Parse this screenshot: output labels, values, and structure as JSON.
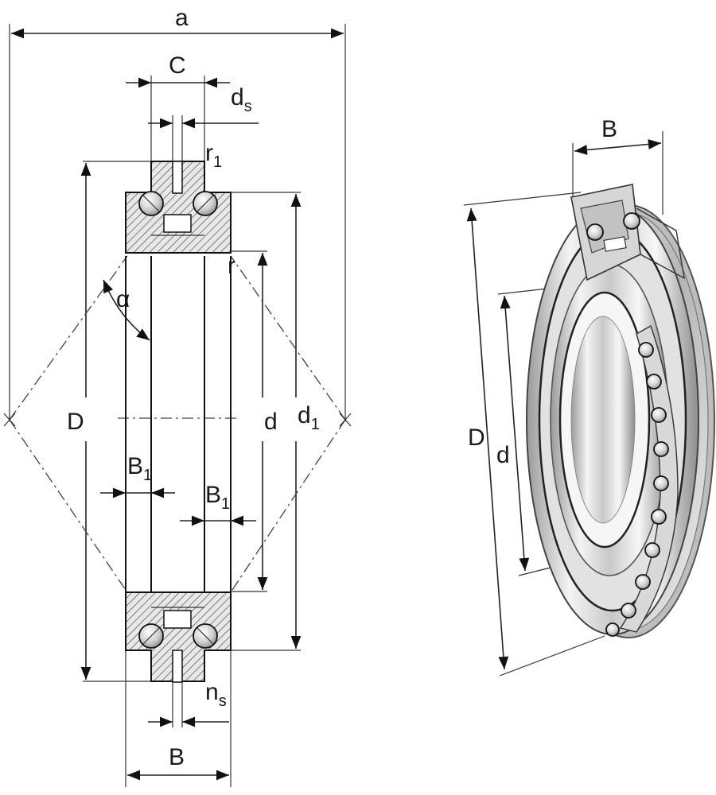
{
  "section_drawing": {
    "dimensions": {
      "a": "a",
      "C": "C",
      "ds": {
        "main": "d",
        "sub": "s"
      },
      "r1": {
        "main": "r",
        "sub": "1"
      },
      "r": "r",
      "alpha": "α",
      "D": "D",
      "d": "d",
      "d1": {
        "main": "d",
        "sub": "1"
      },
      "B1_left": {
        "main": "B",
        "sub": "1"
      },
      "B1_right": {
        "main": "B",
        "sub": "1"
      },
      "ns": {
        "main": "n",
        "sub": "s"
      },
      "B": "B"
    }
  },
  "perspective_view": {
    "dimensions": {
      "B": "B",
      "D": "D",
      "d": "d"
    }
  }
}
